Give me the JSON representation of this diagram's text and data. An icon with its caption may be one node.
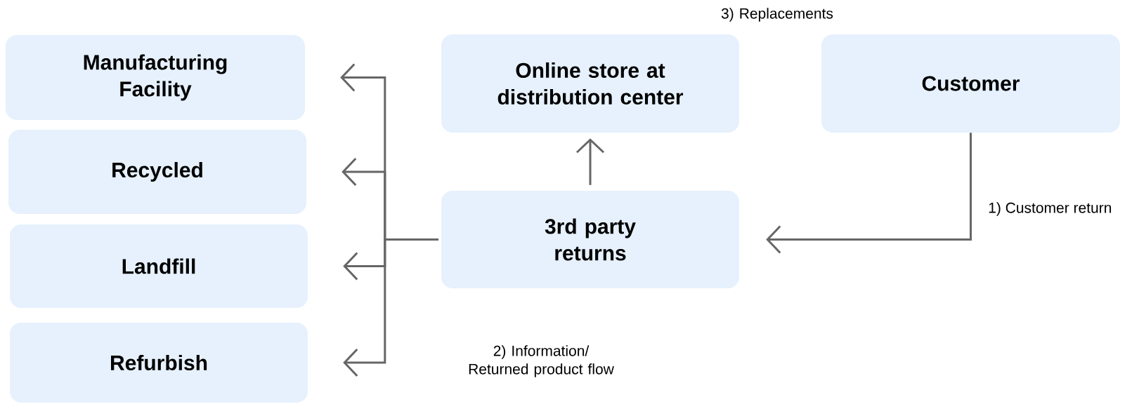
{
  "diagram": {
    "nodes": [
      {
        "text": [
          "Manufacturing Facility"
        ]
      },
      {
        "text": [
          "Recycled"
        ]
      },
      {
        "text": [
          "Landfill"
        ]
      },
      {
        "text": [
          "Refurbish"
        ]
      },
      {
        "text": [
          "Online store at distribution center"
        ]
      },
      {
        "text": [
          "Customer"
        ]
      },
      {
        "text": [
          "3rd party returns"
        ]
      }
    ],
    "edges": [
      {
        "from": 6,
        "to": 0,
        "arrow": "to"
      },
      {
        "from": 6,
        "to": 1,
        "arrow": "to"
      },
      {
        "from": 6,
        "to": 2,
        "arrow": "to"
      },
      {
        "from": 6,
        "to": 3,
        "arrow": "to"
      },
      {
        "from": 6,
        "to": 4,
        "arrow": "to"
      },
      {
        "from": 5,
        "to": 6,
        "arrow": "to",
        "label": "1) Customer return"
      }
    ],
    "labels": [
      "3) Replacements",
      "2) Information/ Returned product flow"
    ]
  }
}
